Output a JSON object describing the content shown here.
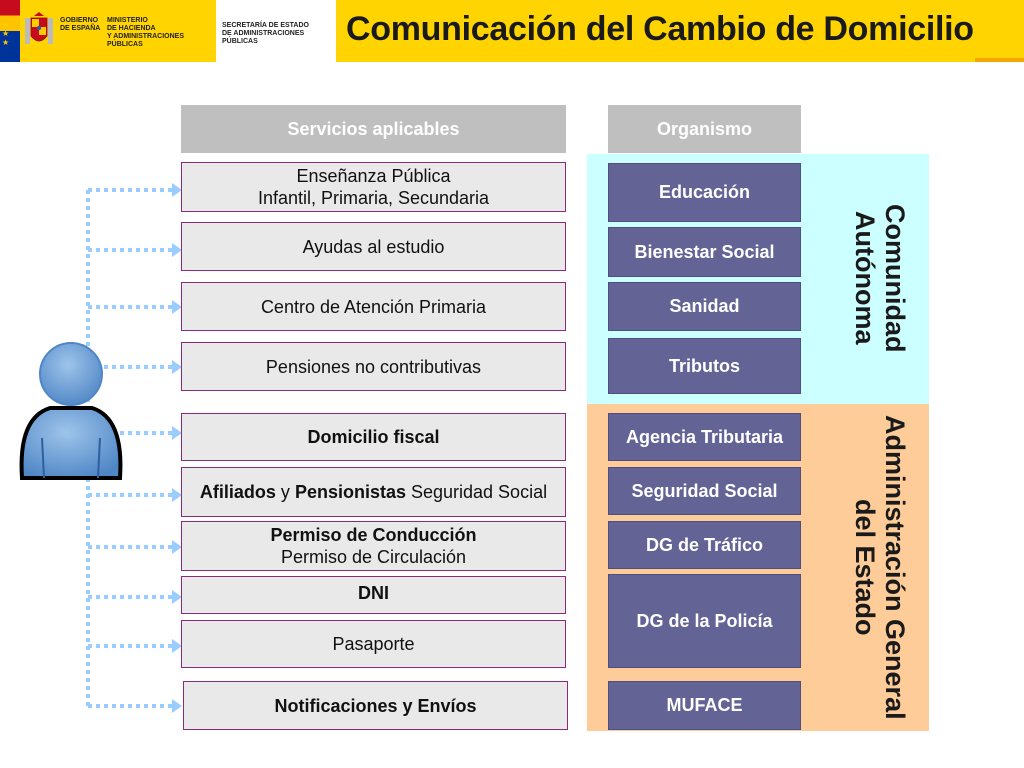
{
  "header": {
    "gov_line1": "GOBIERNO",
    "gov_line2": "DE ESPAÑA",
    "ministry_line1": "MINISTERIO",
    "ministry_line2": "DE HACIENDA",
    "ministry_line3": "Y ADMINISTRACIONES PÚBLICAS",
    "secretary_line1": "SECRETARÍA DE ESTADO",
    "secretary_line2": "DE ADMINISTRACIONES PÚBLICAS",
    "title": "Comunicación del Cambio de Domicilio"
  },
  "columns": {
    "services_header": "Servicios aplicables",
    "organism_header": "Organismo"
  },
  "groups": {
    "comunidad_autonoma": "Comunidad Autónoma",
    "age": "Administración General del Estado"
  },
  "services": {
    "s1_line1": "Enseñanza Pública",
    "s1_line2": "Infantil, Primaria, Secundaria",
    "s2": "Ayudas al estudio",
    "s3": "Centro de Atención Primaria",
    "s4": "Pensiones no contributivas",
    "s5": "Domicilio fiscal",
    "s6_bold1": "Afiliados",
    "s6_text1": " y ",
    "s6_bold2": "Pensionistas",
    "s6_text2": " Seguridad Social",
    "s7_line1": "Permiso de Conducción",
    "s7_line2": "Permiso de Circulación",
    "s8": "DNI",
    "s9": "Pasaporte",
    "s10": "Notificaciones y Envíos"
  },
  "organisms": {
    "o1": "Educación",
    "o2": "Bienestar Social",
    "o3": "Sanidad",
    "o4": "Tributos",
    "o5": "Agencia Tributaria",
    "o6": "Seguridad Social",
    "o7": "DG de Tráfico",
    "o8": "DG de la Policía",
    "o9": "MUFACE"
  },
  "colors": {
    "header_yellow": "#ffd400",
    "organism_box": "#636396",
    "comunidad_panel": "#ccffff",
    "age_panel": "#fdcc99",
    "connector": "#99ccff",
    "service_border": "#8a2a7a"
  },
  "icons": {
    "user": "person-icon",
    "crest": "coat-of-arms-icon"
  }
}
